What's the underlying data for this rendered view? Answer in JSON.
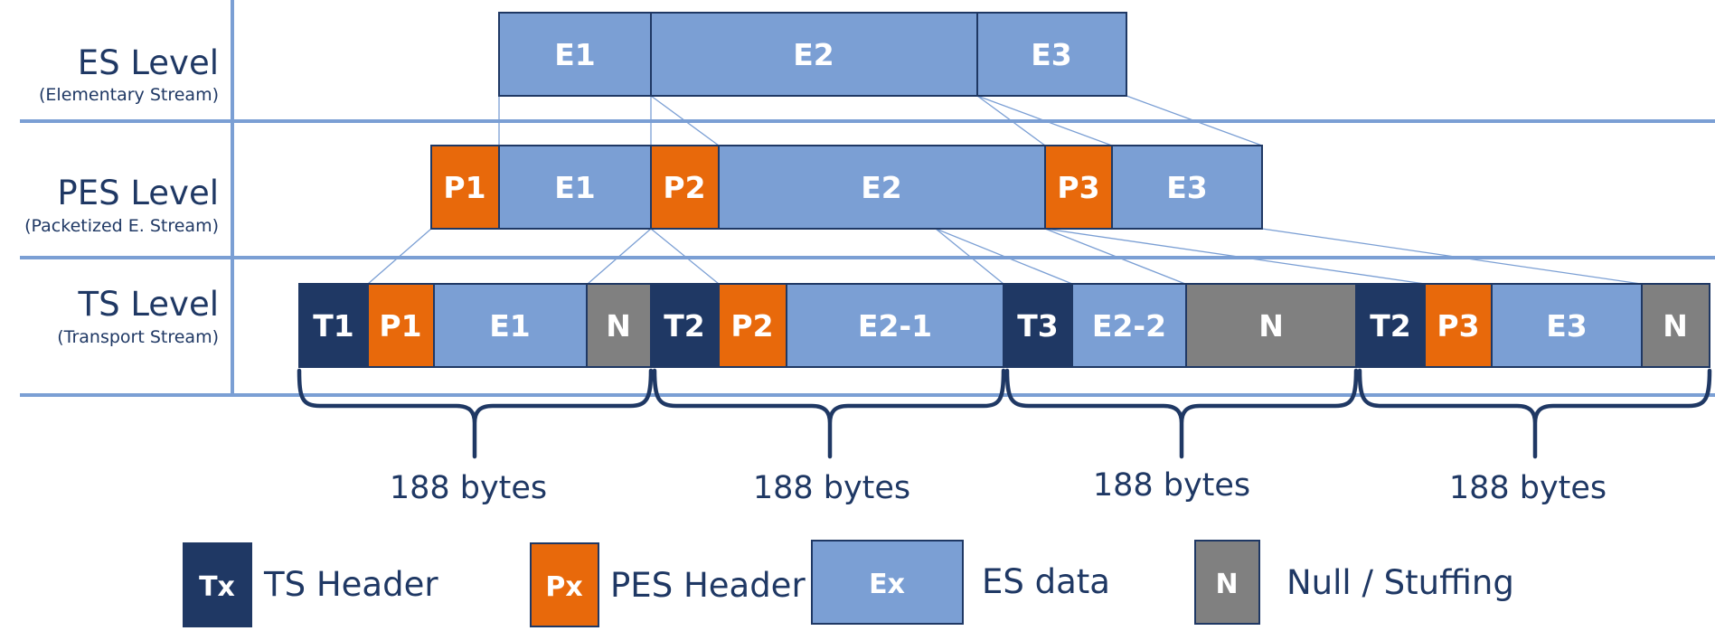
{
  "colors": {
    "ts_header": "#1f3864",
    "pes_header": "#e8690b",
    "es_data": "#7b9fd4",
    "null": "#808080",
    "text": "#1f3864",
    "rule": "#7b9fd4"
  },
  "levels": {
    "es": {
      "title": "ES Level",
      "subtitle": "(Elementary Stream)"
    },
    "pes": {
      "title": "PES Level",
      "subtitle": "(Packetized E. Stream)"
    },
    "ts": {
      "title": "TS Level",
      "subtitle": "(Transport Stream)"
    }
  },
  "es_blocks": [
    "E1",
    "E2",
    "E3"
  ],
  "pes_blocks": [
    "P1",
    "E1",
    "P2",
    "E2",
    "P3",
    "E3"
  ],
  "ts_blocks": [
    "T1",
    "P1",
    "E1",
    "N",
    "T2",
    "P2",
    "E2-1",
    "T3",
    "E2-2",
    "N",
    "T2",
    "P3",
    "E3",
    "N"
  ],
  "packet_sizes": [
    "188 bytes",
    "188 bytes",
    "188 bytes",
    "188 bytes"
  ],
  "legend": [
    {
      "key": "Tx",
      "label": "TS Header"
    },
    {
      "key": "Px",
      "label": "PES Header"
    },
    {
      "key": "Ex",
      "label": "ES data"
    },
    {
      "key": "N",
      "label": "Null / Stuffing"
    }
  ]
}
